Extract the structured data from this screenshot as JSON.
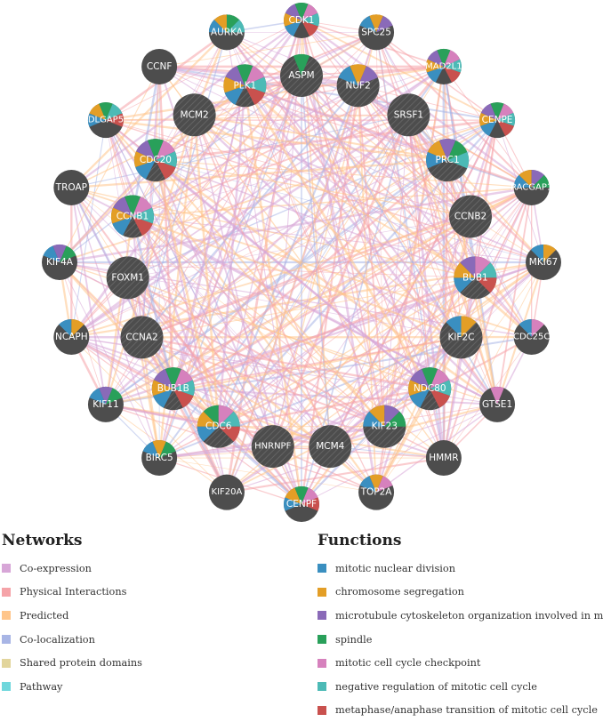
{
  "network": {
    "nodes": [
      {
        "id": "CDK1",
        "functions": [
          "mitotic_nuclear_division",
          "chromosome_segregation",
          "microtubule_org",
          "spindle",
          "checkpoint",
          "negative_regulation",
          "metaphase_anaphase"
        ]
      },
      {
        "id": "SPC25",
        "functions": [
          "mitotic_nuclear_division",
          "chromosome_segregation",
          "microtubule_org"
        ]
      },
      {
        "id": "MAD2L1",
        "functions": [
          "mitotic_nuclear_division",
          "chromosome_segregation",
          "microtubule_org",
          "spindle",
          "checkpoint",
          "negative_regulation",
          "metaphase_anaphase"
        ]
      },
      {
        "id": "CENPE",
        "functions": [
          "mitotic_nuclear_division",
          "chromosome_segregation",
          "microtubule_org",
          "spindle",
          "checkpoint",
          "negative_regulation",
          "metaphase_anaphase"
        ]
      },
      {
        "id": "RACGAP1",
        "functions": [
          "mitotic_nuclear_division",
          "chromosome_segregation",
          "microtubule_org",
          "spindle"
        ]
      },
      {
        "id": "MKI67",
        "functions": [
          "mitotic_nuclear_division",
          "chromosome_segregation"
        ]
      },
      {
        "id": "CDC25C",
        "functions": [
          "mitotic_nuclear_division",
          "checkpoint"
        ]
      },
      {
        "id": "GTSE1",
        "functions": [
          "checkpoint"
        ]
      },
      {
        "id": "HMMR",
        "functions": []
      },
      {
        "id": "TOP2A",
        "functions": [
          "mitotic_nuclear_division",
          "chromosome_segregation",
          "checkpoint"
        ]
      },
      {
        "id": "CENPF",
        "functions": [
          "mitotic_nuclear_division",
          "chromosome_segregation",
          "spindle",
          "checkpoint",
          "metaphase_anaphase"
        ]
      },
      {
        "id": "KIF20A",
        "functions": []
      },
      {
        "id": "BIRC5",
        "functions": [
          "mitotic_nuclear_division",
          "chromosome_segregation",
          "spindle"
        ]
      },
      {
        "id": "KIF11",
        "functions": [
          "mitotic_nuclear_division",
          "microtubule_org",
          "spindle"
        ]
      },
      {
        "id": "NCAPH",
        "functions": [
          "mitotic_nuclear_division",
          "chromosome_segregation"
        ]
      },
      {
        "id": "KIF4A",
        "functions": [
          "mitotic_nuclear_division",
          "microtubule_org",
          "spindle"
        ]
      },
      {
        "id": "TROAP",
        "functions": []
      },
      {
        "id": "DLGAP5",
        "functions": [
          "mitotic_nuclear_division",
          "chromosome_segregation",
          "spindle",
          "negative_regulation",
          "metaphase_anaphase"
        ]
      },
      {
        "id": "CCNF",
        "functions": []
      },
      {
        "id": "AURKA",
        "functions": [
          "mitotic_nuclear_division",
          "chromosome_segregation",
          "spindle",
          "negative_regulation"
        ]
      },
      {
        "id": "ASPM",
        "functions": [
          "spindle"
        ],
        "query": true
      },
      {
        "id": "NUF2",
        "functions": [
          "mitotic_nuclear_division",
          "chromosome_segregation",
          "microtubule_org"
        ],
        "query": true
      },
      {
        "id": "SRSF1",
        "functions": [],
        "query": true
      },
      {
        "id": "PRC1",
        "functions": [
          "mitotic_nuclear_division",
          "chromosome_segregation",
          "microtubule_org",
          "spindle",
          "negative_regulation"
        ],
        "query": true
      },
      {
        "id": "CCNB2",
        "functions": [],
        "query": true
      },
      {
        "id": "BUB1",
        "functions": [
          "mitotic_nuclear_division",
          "chromosome_segregation",
          "microtubule_org",
          "checkpoint",
          "negative_regulation",
          "metaphase_anaphase"
        ],
        "query": true
      },
      {
        "id": "KIF2C",
        "functions": [
          "mitotic_nuclear_division",
          "chromosome_segregation"
        ],
        "query": true
      },
      {
        "id": "NDC80",
        "functions": [
          "mitotic_nuclear_division",
          "chromosome_segregation",
          "microtubule_org",
          "spindle",
          "checkpoint",
          "negative_regulation",
          "metaphase_anaphase"
        ],
        "query": true
      },
      {
        "id": "KIF23",
        "functions": [
          "mitotic_nuclear_division",
          "chromosome_segregation",
          "microtubule_org",
          "spindle"
        ],
        "query": true
      },
      {
        "id": "MCM4",
        "functions": [],
        "query": true
      },
      {
        "id": "HNRNPF",
        "functions": [],
        "query": true
      },
      {
        "id": "CDC6",
        "functions": [
          "mitotic_nuclear_division",
          "chromosome_segregation",
          "spindle",
          "checkpoint",
          "negative_regulation",
          "metaphase_anaphase"
        ],
        "query": true
      },
      {
        "id": "BUB1B",
        "functions": [
          "mitotic_nuclear_division",
          "chromosome_segregation",
          "microtubule_org",
          "spindle",
          "checkpoint",
          "negative_regulation",
          "metaphase_anaphase"
        ],
        "query": true
      },
      {
        "id": "CCNA2",
        "functions": [],
        "query": true
      },
      {
        "id": "FOXM1",
        "functions": [],
        "query": true
      },
      {
        "id": "CCNB1",
        "functions": [
          "mitotic_nuclear_division",
          "chromosome_segregation",
          "microtubule_org",
          "spindle",
          "checkpoint",
          "negative_regulation",
          "metaphase_anaphase"
        ],
        "query": true
      },
      {
        "id": "CDC20",
        "functions": [
          "mitotic_nuclear_division",
          "chromosome_segregation",
          "microtubule_org",
          "spindle",
          "checkpoint",
          "negative_regulation",
          "metaphase_anaphase"
        ],
        "query": true
      },
      {
        "id": "MCM2",
        "functions": [],
        "query": true
      },
      {
        "id": "PLK1",
        "functions": [
          "mitotic_nuclear_division",
          "chromosome_segregation",
          "microtubule_org",
          "spindle",
          "checkpoint",
          "negative_regulation",
          "metaphase_anaphase"
        ],
        "query": true
      }
    ],
    "function_colors": {
      "mitotic_nuclear_division": "#3a8fc0",
      "chromosome_segregation": "#e39e26",
      "microtubule_org": "#8a6ab8",
      "spindle": "#29a05a",
      "checkpoint": "#d681bd",
      "negative_regulation": "#4cbab6",
      "metaphase_anaphase": "#c9514e"
    },
    "network_colors": [
      "#d7a6d7",
      "#f5a3a8",
      "#ffc58a",
      "#a8b5e5",
      "#e2d59c",
      "#6fd7dc"
    ],
    "node_color": "#4d4d4d"
  },
  "legend": {
    "networks": {
      "title": "Networks",
      "items": [
        {
          "label": "Co-expression",
          "color": "#d7a6d7"
        },
        {
          "label": "Physical Interactions",
          "color": "#f5a3a8"
        },
        {
          "label": "Predicted",
          "color": "#ffc58a"
        },
        {
          "label": "Co-localization",
          "color": "#a8b5e5"
        },
        {
          "label": "Shared protein domains",
          "color": "#e2d59c"
        },
        {
          "label": "Pathway",
          "color": "#6fd7dc"
        }
      ]
    },
    "functions": {
      "title": "Functions",
      "items": [
        {
          "label": "mitotic nuclear division",
          "color": "#3a8fc0"
        },
        {
          "label": "chromosome segregation",
          "color": "#e39e26"
        },
        {
          "label": "microtubule cytoskeleton organization involved in mitosis",
          "color": "#8a6ab8"
        },
        {
          "label": "spindle",
          "color": "#29a05a"
        },
        {
          "label": "mitotic cell cycle checkpoint",
          "color": "#d681bd"
        },
        {
          "label": "negative regulation of mitotic cell cycle",
          "color": "#4cbab6"
        },
        {
          "label": "metaphase/anaphase transition of mitotic cell cycle",
          "color": "#c9514e"
        }
      ]
    }
  }
}
